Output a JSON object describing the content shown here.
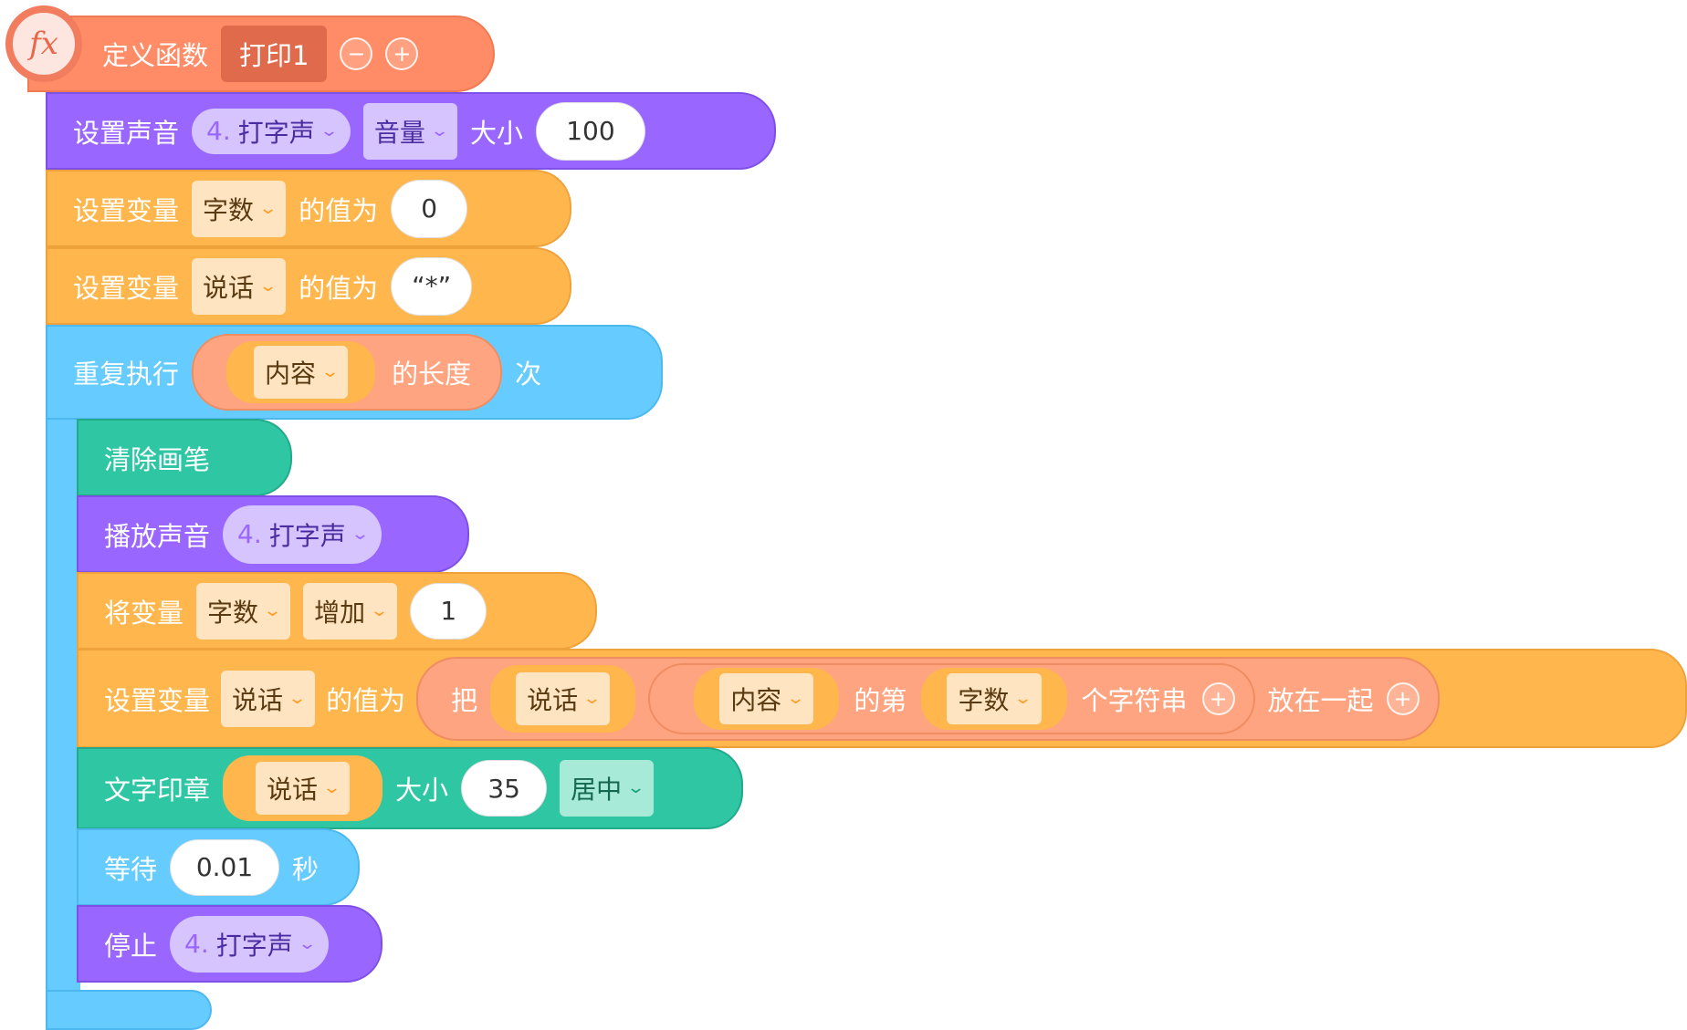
{
  "define": {
    "fx_icon": "fx",
    "label": "定义函数",
    "name": "打印1",
    "minus": "−",
    "plus": "+"
  },
  "sound_vol": {
    "label": "设置声音",
    "sound_num": "4.",
    "sound_name": "打字声",
    "prop": "音量",
    "size_label": "大小",
    "value": "100"
  },
  "set_var1": {
    "label": "设置变量",
    "var": "字数",
    "eq": "的值为",
    "value": "0"
  },
  "set_var2": {
    "label": "设置变量",
    "var": "说话",
    "eq": "的值为",
    "value": "“*”"
  },
  "repeat": {
    "label": "重复执行",
    "content": "内容",
    "length": "的长度",
    "times": "次"
  },
  "clear": {
    "label": "清除画笔"
  },
  "play": {
    "label": "播放声音",
    "sound_num": "4.",
    "sound_name": "打字声"
  },
  "change": {
    "label": "将变量",
    "var": "字数",
    "op": "增加",
    "value": "1"
  },
  "set_var3": {
    "label": "设置变量",
    "var": "说话",
    "eq": "的值为",
    "put": "把",
    "v1": "说话",
    "content": "内容",
    "nth": "的第",
    "v2": "字数",
    "chars": "个字符串",
    "plus": "+",
    "join": "放在一起",
    "plus2": "+"
  },
  "stamp": {
    "label": "文字印章",
    "var": "说话",
    "size_label": "大小",
    "value": "35",
    "align": "居中"
  },
  "wait": {
    "label": "等待",
    "value": "0.01",
    "unit": "秒"
  },
  "stop": {
    "label": "停止",
    "sound_num": "4.",
    "sound_name": "打字声"
  },
  "chev": "⌄"
}
